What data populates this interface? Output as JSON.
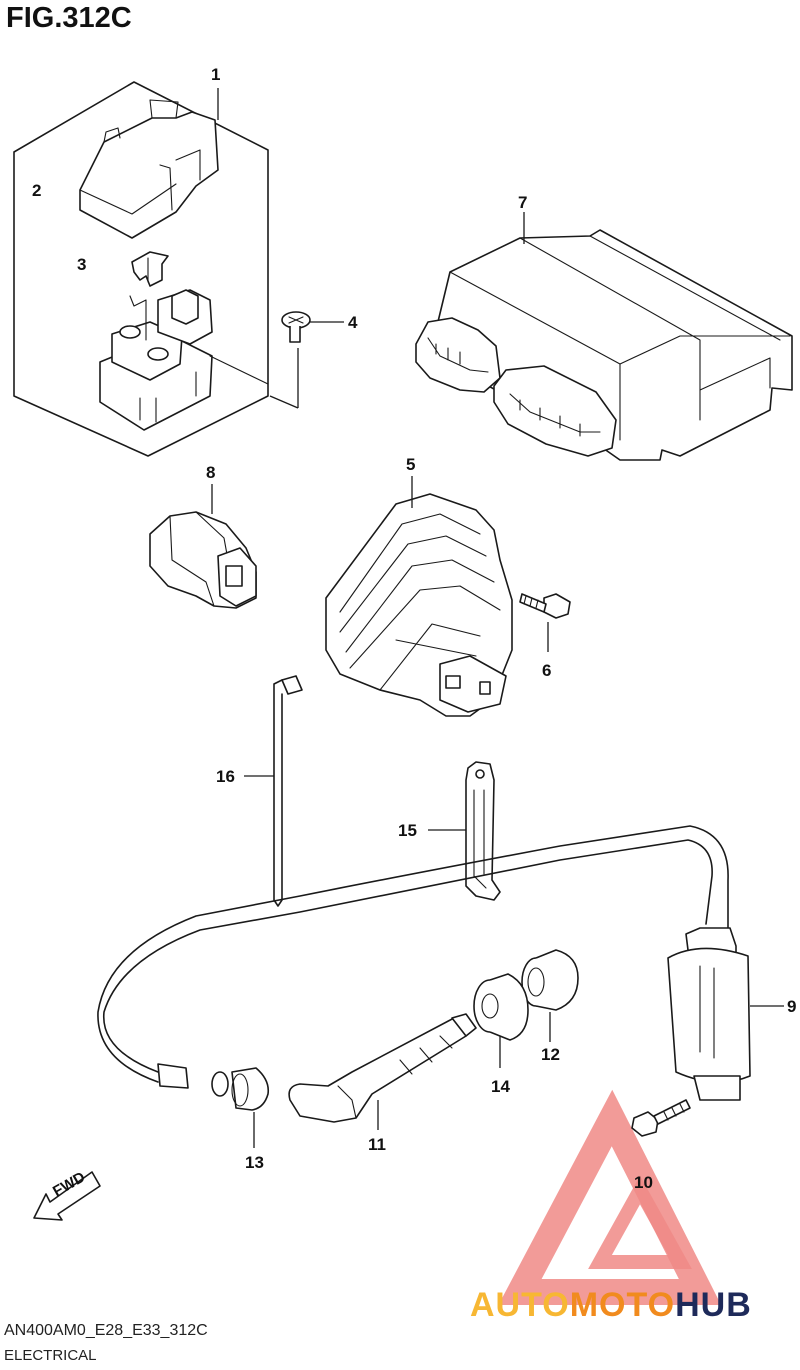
{
  "figure": {
    "title": "FIG.312C",
    "code": "AN400AM0_E28_E33_312C",
    "description": "ELECTRICAL"
  },
  "callouts": [
    {
      "id": "1",
      "label": "1"
    },
    {
      "id": "2",
      "label": "2"
    },
    {
      "id": "3",
      "label": "3"
    },
    {
      "id": "4",
      "label": "4"
    },
    {
      "id": "5",
      "label": "5"
    },
    {
      "id": "6",
      "label": "6"
    },
    {
      "id": "7",
      "label": "7"
    },
    {
      "id": "8",
      "label": "8"
    },
    {
      "id": "9",
      "label": "9"
    },
    {
      "id": "10",
      "label": "10"
    },
    {
      "id": "11",
      "label": "11"
    },
    {
      "id": "12",
      "label": "12"
    },
    {
      "id": "13",
      "label": "13"
    },
    {
      "id": "14",
      "label": "14"
    },
    {
      "id": "15",
      "label": "15"
    },
    {
      "id": "16",
      "label": "16"
    }
  ],
  "direction_marker": {
    "label": "FWD"
  },
  "watermark": {
    "part1": "AUTO",
    "part2": "MOTO",
    "part3": "HUB",
    "colors": {
      "triangle": "#e8453c",
      "auto": "#f7b733",
      "moto": "#f18b1e",
      "hub": "#1e2a5a"
    }
  }
}
